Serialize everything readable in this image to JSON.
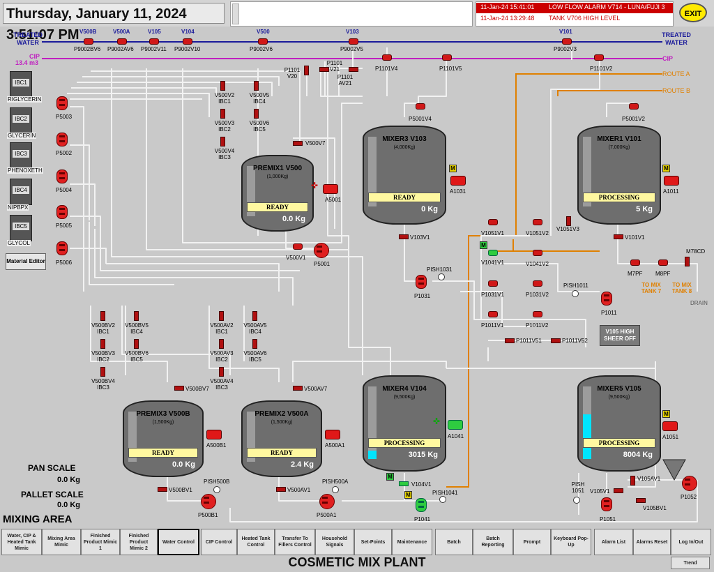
{
  "header": {
    "datetime": "Thursday, January 11, 2024  3:51:07 PM",
    "exit_label": "EXIT"
  },
  "alarms": [
    {
      "time": "11-Jan-24 15:41:01",
      "message": "LOW FLOW ALARM V714 - LUNA/FUJI 3"
    },
    {
      "time": "11-Jan-24 13:29:48",
      "message": "TANK V706 HIGH LEVEL"
    }
  ],
  "lines": {
    "treated_water_left": "TREATED WATER",
    "treated_water_right": "TREATED WATER",
    "cip_left": "CIP",
    "cip_volume": "13.4 m3",
    "cip_right": "CIP",
    "route_a": "ROUTE A",
    "route_b": "ROUTE B"
  },
  "water_valves": [
    {
      "top": "V500B",
      "bottom": "P9002BV6"
    },
    {
      "top": "V500A",
      "bottom": "P9002AV6"
    },
    {
      "top": "V105",
      "bottom": "P9002V11"
    },
    {
      "top": "V104",
      "bottom": "P9002V10"
    },
    {
      "top": "V500",
      "bottom": "P9002V6"
    },
    {
      "top": "V103",
      "bottom": "P9002V5"
    },
    {
      "top": "V101",
      "bottom": "P9002V3"
    }
  ],
  "ibcs": [
    {
      "tag": "IBC1",
      "name": "RIGLYCERIN"
    },
    {
      "tag": "IBC2",
      "name": "GLYCERIN"
    },
    {
      "tag": "IBC3",
      "name": "PHENOXETH"
    },
    {
      "tag": "IBC4",
      "name": "NIPBPX"
    },
    {
      "tag": "IBC5",
      "name": "GLYCOL"
    }
  ],
  "ibc_pumps": [
    "P5003",
    "P5002",
    "P5004",
    "P5005",
    "P5006"
  ],
  "material_editor": "Material Editor",
  "tanks": {
    "premix1": {
      "name": "PREMIX1 V500",
      "capacity": "(1,000Kg)",
      "status": "READY",
      "weight": "0.0 Kg"
    },
    "mixer3": {
      "name": "MIXER3 V103",
      "capacity": "(4,000Kg)",
      "status": "READY",
      "weight": "0 Kg"
    },
    "mixer1": {
      "name": "MIXER1 V101",
      "capacity": "(7,000Kg)",
      "status": "PROCESSING",
      "weight": "5 Kg"
    },
    "premix3": {
      "name": "PREMIX3 V500B",
      "capacity": "(1,500Kg)",
      "status": "READY",
      "weight": "0.0 Kg"
    },
    "premix2": {
      "name": "PREMIX2 V500A",
      "capacity": "(1,500Kg)",
      "status": "READY",
      "weight": "2.4 Kg"
    },
    "mixer4": {
      "name": "MIXER4 V104",
      "capacity": "(9,500Kg)",
      "status": "PROCESSING",
      "weight": "3015 Kg"
    },
    "mixer5": {
      "name": "MIXER5 V105",
      "capacity": "(9,500Kg)",
      "status": "PROCESSING",
      "weight": "8004 Kg"
    }
  },
  "levels": {
    "mixer4": 0.12,
    "mixer5": 0.62
  },
  "tags": {
    "p1101v20": "P1101 V20",
    "p1101v21": "P1101 V21",
    "p1101av21": "P1101 AV21",
    "p1101v4": "P1101V4",
    "p1101v5": "P1101V5",
    "p1101v2": "P1101V2",
    "v500v2": "V500V2 IBC1",
    "v500v5": "V500V5 IBC4",
    "v500v3": "V500V3 IBC2",
    "v500v6": "V500V6 IBC5",
    "v500v4": "V500V4 IBC3",
    "v500v7": "V500V7",
    "a5001": "A5001",
    "v500v1": "V500V1",
    "p5001": "P5001",
    "p5001v4": "P5001V4",
    "a1031": "A1031",
    "v103v1": "V103V1",
    "pish1031": "PISH1031",
    "p1031": "P1031",
    "p5001v2": "P5001V2",
    "a1011": "A1011",
    "v101v1": "V101V1",
    "v1051v1": "V1051V1",
    "v1051v2": "V1051V2",
    "v1051v3": "V1051V3",
    "v1041v1": "V1041V1",
    "v1041v2": "V1041V2",
    "p1031v1": "P1031V1",
    "p1031v2": "P1031V2",
    "p1011v1": "P1011V1",
    "p1011v2": "P1011V2",
    "p1011v51": "P1011V51",
    "p1011v52": "P1011V52",
    "pish1011": "PISH1011",
    "p1011": "P1011",
    "m7pf": "M7PF",
    "m8pf": "M8PF",
    "m78cd": "M78CD",
    "to_mix7": "TO MIX TANK 7",
    "to_mix8": "TO MIX TANK 8",
    "drain": "DRAIN",
    "v105_shear": "V105 HIGH SHEER OFF",
    "v500bv2": "V500BV2 IBC1",
    "v500bv5": "V500BV5 IBC4",
    "v500bv3": "V500BV3 IBC2",
    "v500bv6": "V500BV6 IBC5",
    "v500bv4": "V500BV4 IBC3",
    "v500bv7": "V500BV7",
    "v500av2": "V500AV2 IBC1",
    "v500av5": "V500AV5 IBC4",
    "v500av3": "V500AV3 IBC2",
    "v500av6": "V500AV6 IBC5",
    "v500av4": "V500AV4 IBC3",
    "v500av7": "V500AV7",
    "a500b1": "A500B1",
    "a500a1": "A500A1",
    "v500bv1": "V500BV1",
    "pish500b": "PISH500B",
    "p500b1": "P500B1",
    "v500av1": "V500AV1",
    "pish500a": "PISH500A",
    "p500a1": "P500A1",
    "a1041": "A1041",
    "v104v1": "V104V1",
    "pish1041": "PISH1041",
    "p1041": "P1041",
    "a1051": "A1051",
    "pish1051": "PISH 1051",
    "v105v1": "V105V1",
    "p1051": "P1051",
    "v105av1": "V105AV1",
    "v105bv1": "V105BV1",
    "p1052": "P1052"
  },
  "scales": {
    "pan_label": "PAN SCALE",
    "pan_value": "0.0 Kg",
    "pallet_label": "PALLET SCALE",
    "pallet_value": "0.0 Kg"
  },
  "area_label": "MIXING AREA",
  "plant_name": "COSMETIC MIX PLANT",
  "nav": [
    "Water, CIP & Heated Tank Mimic",
    "Mixing Area Mimic",
    "Finished Product Mimic 1",
    "Finished Product Mimic 2",
    "Water Control",
    "CIP Control",
    "Heated Tank Control",
    "Transfer To Fillers Control",
    "Household Signals",
    "Set-Points",
    "Maintenance",
    "Batch",
    "Batch Reporting",
    "Prompt",
    "Keyboard Pop-Up",
    "Alarm List",
    "Alarms Reset",
    "Log In/Out"
  ],
  "trend_label": "Trend",
  "colors": {
    "water_line": "#1a1a9a",
    "cip_line": "#c020c0",
    "route_line": "#e08000",
    "pipe": "#f2f2f2",
    "tank": "#6e6e6e",
    "level": "#00e5ff",
    "status_box": "#fff8a0"
  }
}
